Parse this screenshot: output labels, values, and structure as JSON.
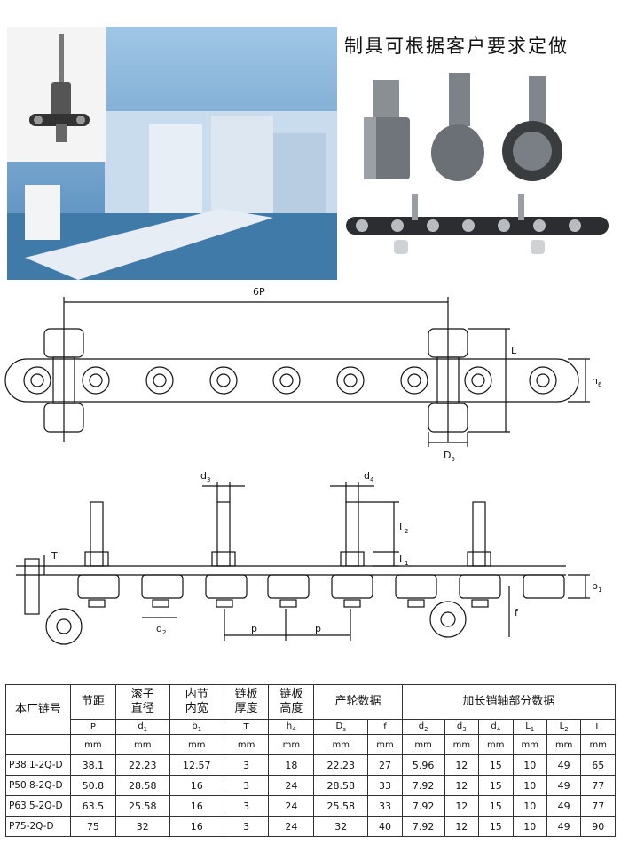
{
  "headline": "制具可根据客户要求定做",
  "diagram_top": {
    "pitch6": "6P",
    "L": "L",
    "h4": "h",
    "h4_sub": "6",
    "D5": "D",
    "D5_sub": "5"
  },
  "diagram_side": {
    "d3": "d",
    "d3_sub": "3",
    "d4": "d",
    "d4_sub": "4",
    "L2": "L",
    "L2_sub": "2",
    "L1": "L",
    "L1_sub": "1",
    "T": "T",
    "b1": "b",
    "b1_sub": "1",
    "d2": "d",
    "d2_sub": "2",
    "p1": "p",
    "p2": "p",
    "f": "f"
  },
  "table": {
    "headers": {
      "code": "本厂链号",
      "pitch": "节距",
      "roller_a": "滚子",
      "roller_b": "直径",
      "inner_a": "内节",
      "inner_b": "内宽",
      "plate_t_a": "链板",
      "plate_t_b": "厚度",
      "plate_h_a": "链板",
      "plate_h_b": "高度",
      "sprocket": "产轮数据",
      "pin": "加长销轴部分数据"
    },
    "symbols": {
      "p": "P",
      "d1": "d",
      "d1_sub": "1",
      "b1": "b",
      "b1_sub": "1",
      "T": "T",
      "h4": "h",
      "h4_sub": "4",
      "Ds": "D",
      "Ds_sub": "s",
      "f": "f",
      "d2": "d",
      "d2_sub": "2",
      "d3": "d",
      "d3_sub": "3",
      "d4": "d",
      "d4_sub": "4",
      "L1": "L",
      "L1_sub": "1",
      "L2": "L",
      "L2_sub": "2",
      "L": "L"
    },
    "unit": "mm",
    "rows": [
      [
        "P38.1-2Q-D",
        "38.1",
        "22.23",
        "12.57",
        "3",
        "18",
        "22.23",
        "27",
        "5.96",
        "12",
        "15",
        "10",
        "49",
        "65"
      ],
      [
        "P50.8-2Q-D",
        "50.8",
        "28.58",
        "16",
        "3",
        "24",
        "28.58",
        "33",
        "7.92",
        "12",
        "15",
        "10",
        "49",
        "77"
      ],
      [
        "P63.5-2Q-D",
        "63.5",
        "25.58",
        "16",
        "3",
        "24",
        "25.58",
        "33",
        "7.92",
        "12",
        "15",
        "10",
        "49",
        "77"
      ],
      [
        "P75-2Q-D",
        "75",
        "32",
        "16",
        "3",
        "24",
        "32",
        "40",
        "7.92",
        "12",
        "15",
        "10",
        "49",
        "90"
      ]
    ]
  }
}
